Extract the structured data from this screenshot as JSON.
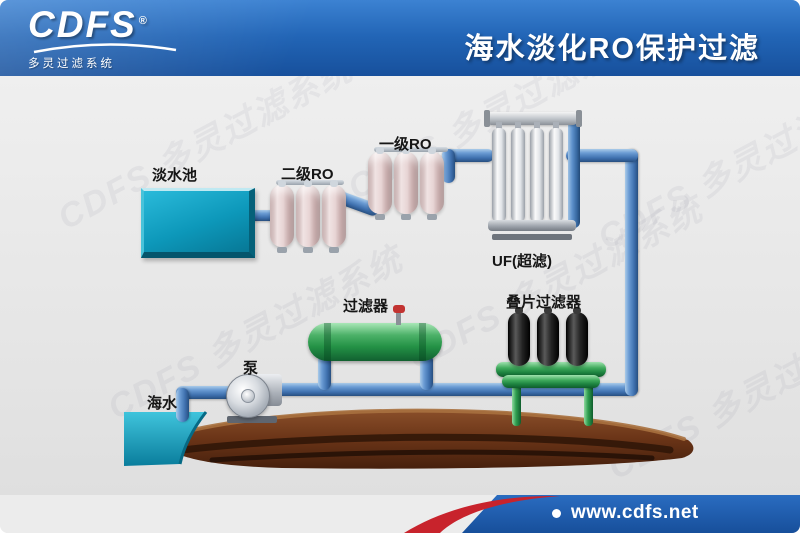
{
  "header": {
    "logo": {
      "text": "CDFS",
      "reg": "®",
      "subtext": "多灵过滤系统"
    },
    "title": "海水淡化RO保护过滤"
  },
  "diagram": {
    "labels": {
      "fresh_water_tank": "淡水池",
      "stage2_ro": "二级RO",
      "stage1_ro": "一级RO",
      "uf": "UF(超滤)",
      "filter": "过滤器",
      "disc_filter": "叠片过滤器",
      "pump": "泵",
      "seawater": "海水"
    }
  },
  "footer": {
    "website": "www.cdfs.net"
  },
  "watermark": "CDFS 多灵过滤系统",
  "colors": {
    "header_blue": "#2265b6",
    "pipe_blue": "#3e70ae",
    "tank_teal": "#0d98ba",
    "filter_green": "#249246",
    "footer_red": "#c8232c"
  }
}
